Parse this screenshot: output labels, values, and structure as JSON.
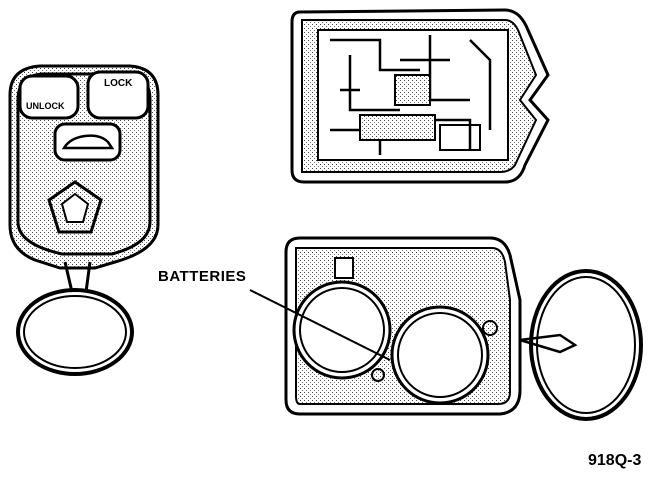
{
  "remote": {
    "unlock_label": "UNLOCK",
    "lock_label": "LOCK"
  },
  "callout": {
    "batteries_label": "BATTERIES"
  },
  "figure_id": "918Q-3"
}
